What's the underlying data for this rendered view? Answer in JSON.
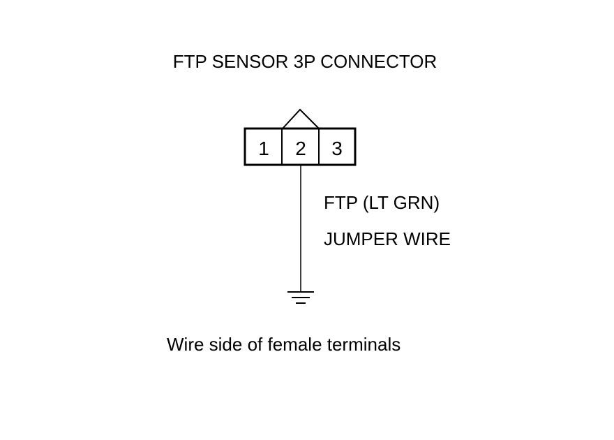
{
  "title": "FTP SENSOR 3P CONNECTOR",
  "connector": {
    "terminals": [
      "1",
      "2",
      "3"
    ]
  },
  "wire_label": "FTP (LT GRN)",
  "jumper_label": "JUMPER WIRE",
  "caption": "Wire side of female terminals",
  "icons": [
    "ground-icon",
    "connector-lock-tab-icon"
  ]
}
